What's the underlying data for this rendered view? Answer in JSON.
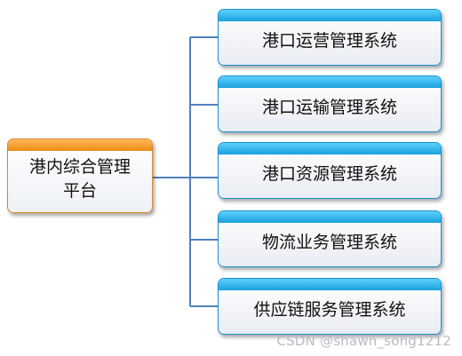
{
  "root": {
    "label": "港内综合管理\n平台"
  },
  "systems": [
    {
      "label": "港口运营管理系统"
    },
    {
      "label": "港口运输管理系统"
    },
    {
      "label": "港口资源管理系统"
    },
    {
      "label": "物流业务管理系统"
    },
    {
      "label": "供应链服务管理系统"
    }
  ],
  "watermark": "CSDN @shawn_song1212",
  "colors": {
    "connector": "#4f81bd",
    "root_cap": "#f39a2c",
    "system_cap": "#21a4e0"
  }
}
